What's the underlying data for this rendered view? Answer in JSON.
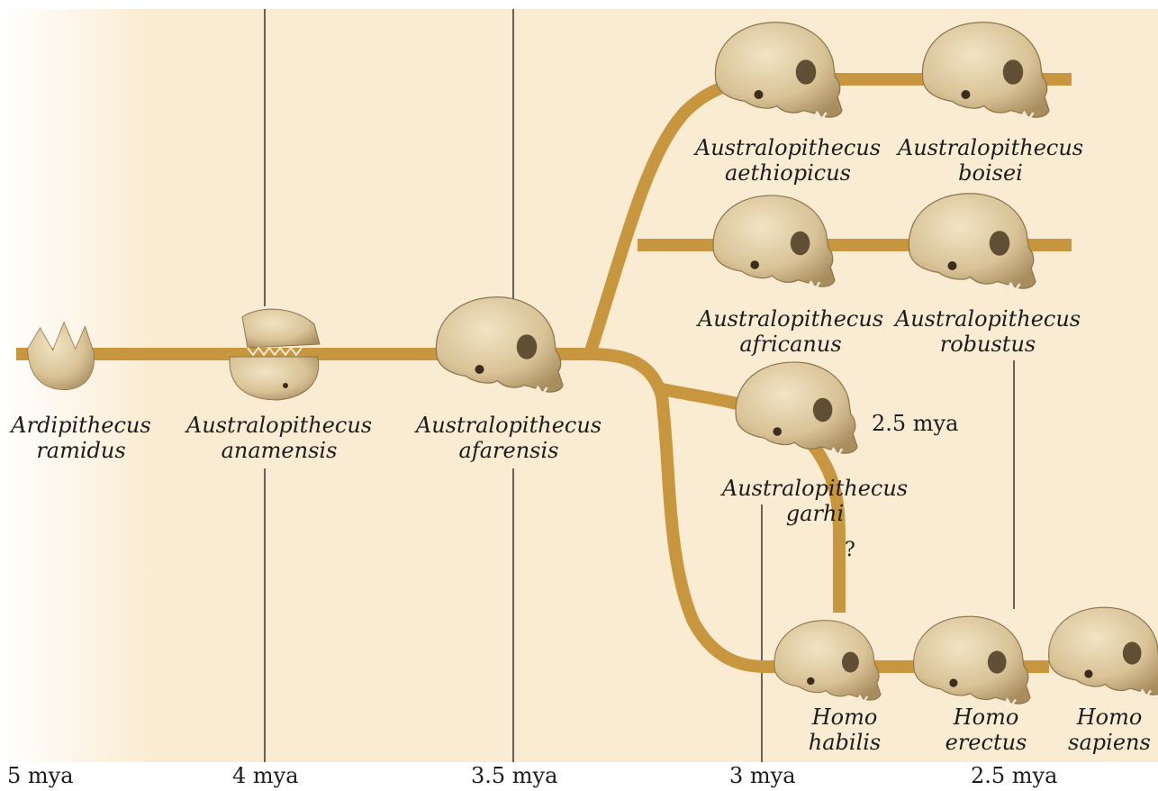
{
  "colors": {
    "branch": "#c8963e",
    "background": "#faecd2",
    "skull": "#dcc9a1",
    "skull_shadow": "#b9a275",
    "line": "#1a1a1a"
  },
  "time_axis": [
    "5 mya",
    "4 mya",
    "3.5 mya",
    "3 mya",
    "2.5 mya"
  ],
  "annotations": {
    "garhi_date": "2.5 mya",
    "uncertain_link": "?"
  },
  "species": [
    {
      "id": "ramidus",
      "genus": "Ardipithecus",
      "epithet": "ramidus",
      "icon": "skull-icon"
    },
    {
      "id": "anamensis",
      "genus": "Australopithecus",
      "epithet": "anamensis",
      "icon": "jaw-fragments-icon"
    },
    {
      "id": "afarensis",
      "genus": "Australopithecus",
      "epithet": "afarensis",
      "icon": "skull-icon"
    },
    {
      "id": "aethiopicus",
      "genus": "Australopithecus",
      "epithet": "aethiopicus",
      "icon": "skull-icon"
    },
    {
      "id": "boisei",
      "genus": "Australopithecus",
      "epithet": "boisei",
      "icon": "skull-icon"
    },
    {
      "id": "africanus",
      "genus": "Australopithecus",
      "epithet": "africanus",
      "icon": "skull-icon"
    },
    {
      "id": "robustus",
      "genus": "Australopithecus",
      "epithet": "robustus",
      "icon": "skull-icon"
    },
    {
      "id": "garhi",
      "genus": "Australopithecus",
      "epithet": "garhi",
      "icon": "skull-icon"
    },
    {
      "id": "habilis",
      "genus": "Homo",
      "epithet": "habilis",
      "icon": "skull-icon"
    },
    {
      "id": "erectus",
      "genus": "Homo",
      "epithet": "erectus",
      "icon": "skull-icon"
    },
    {
      "id": "sapiens",
      "genus": "Homo",
      "epithet": "sapiens",
      "icon": "skull-icon"
    }
  ]
}
